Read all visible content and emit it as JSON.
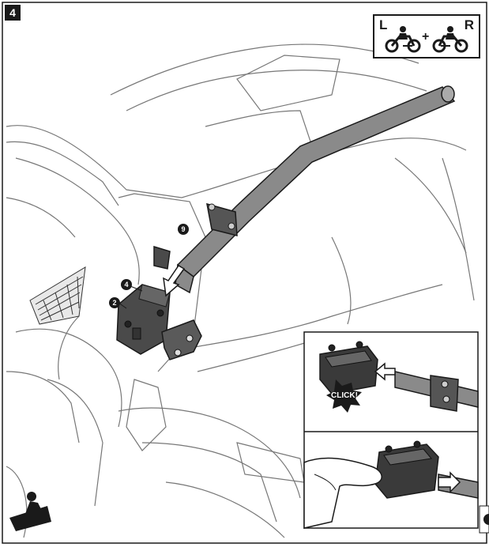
{
  "step": {
    "number": "4"
  },
  "side_indicator": {
    "left_label": "L",
    "plus": "+",
    "right_label": "R",
    "icons": [
      "motorcycle-left-icon",
      "motorcycle-right-icon"
    ]
  },
  "callouts": [
    {
      "label": "9"
    },
    {
      "label": "4"
    },
    {
      "label": "2"
    }
  ],
  "inset_top": {
    "click_label": "CLICK!"
  },
  "colors": {
    "line": "#1a1a1a",
    "part": "#4a4a4a",
    "bar": "#8a8a8a",
    "outline": "#555555"
  }
}
